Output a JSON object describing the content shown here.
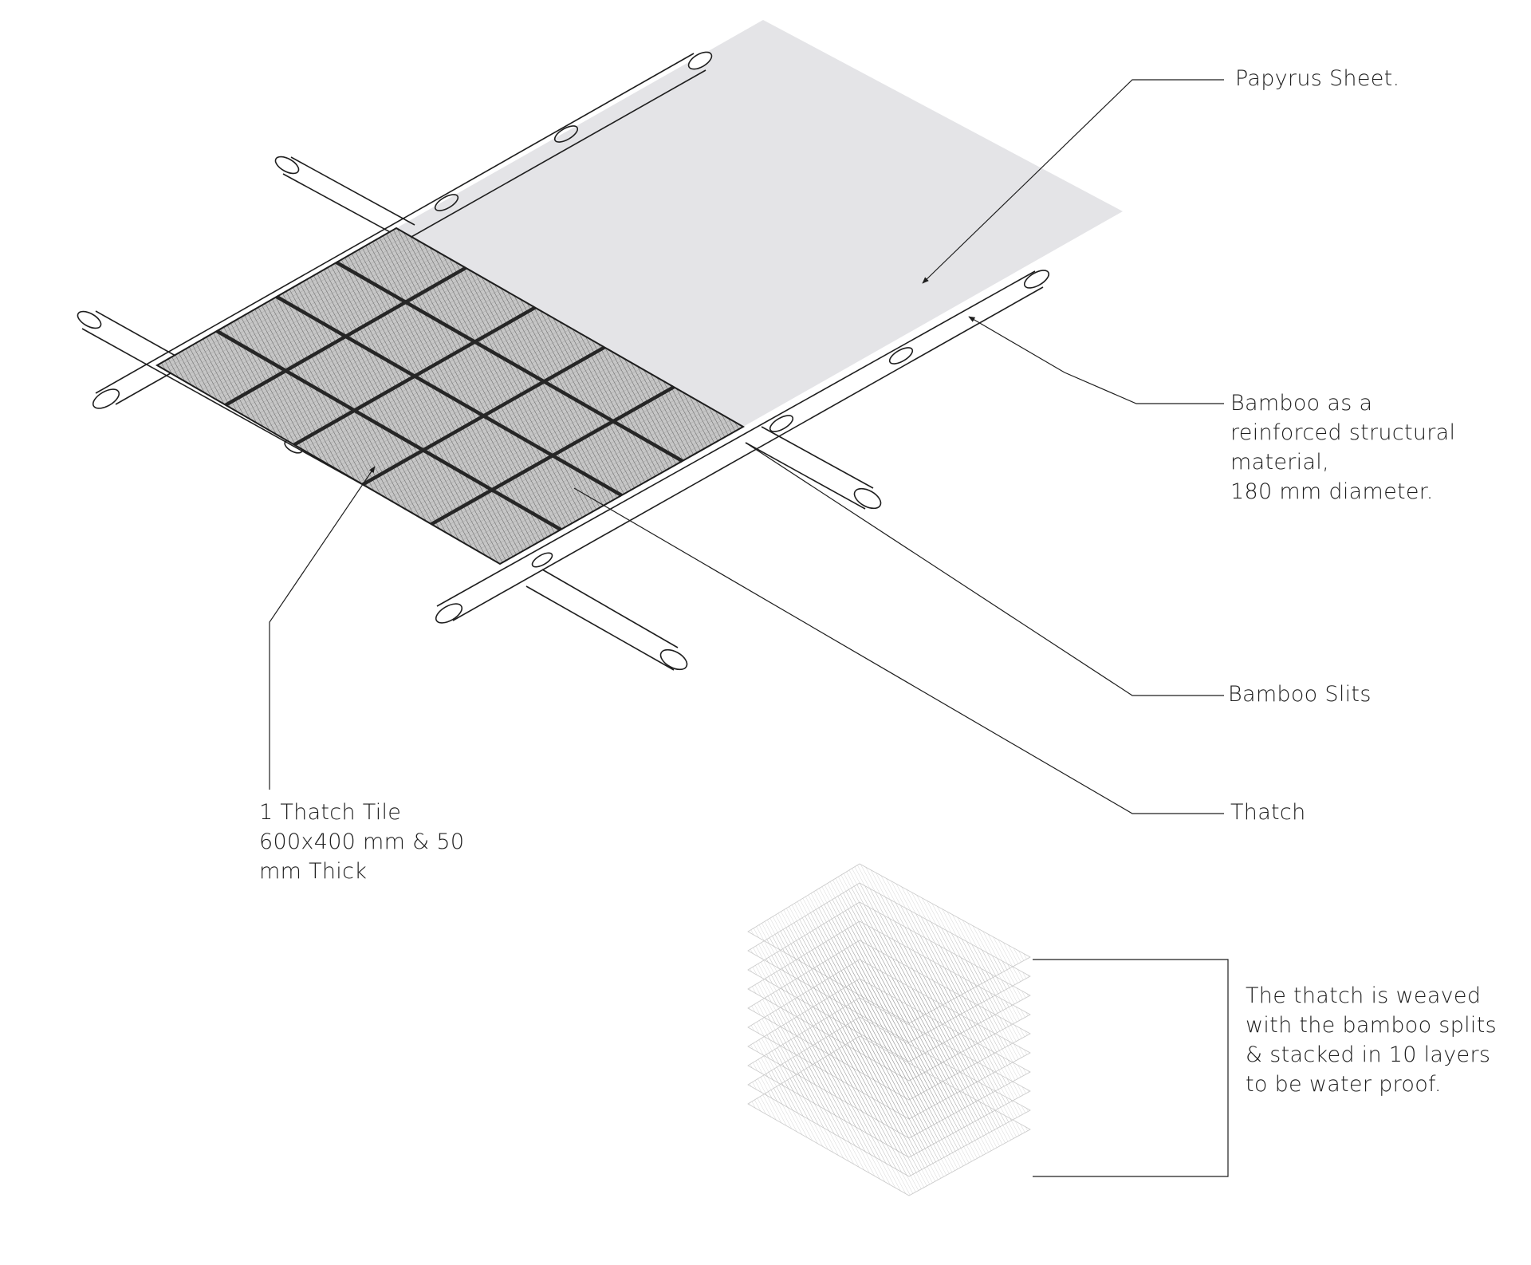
{
  "labels": {
    "papyrus": [
      "Papyrus Sheet."
    ],
    "bamboo": [
      "Bamboo as a",
      "reinforced structural",
      "material,",
      "180 mm diameter."
    ],
    "slits": [
      "Bamboo Slits"
    ],
    "thatch": [
      "Thatch"
    ],
    "tile": [
      "1 Thatch Tile",
      "600x400 mm & 50",
      "mm Thick"
    ],
    "layers": [
      "The thatch is weaved",
      "with the bamboo splits",
      "& stacked in 10 layers",
      "to be water proof."
    ]
  },
  "colors": {
    "ink": "#1e1e1e",
    "papyrus_fill": "#e4e4e7",
    "thatch_fill": "#bdbdbd",
    "background": "#ffffff"
  },
  "thatch_grid": {
    "columns": 5,
    "rows": 4
  },
  "layer_stack": {
    "count": 10
  }
}
